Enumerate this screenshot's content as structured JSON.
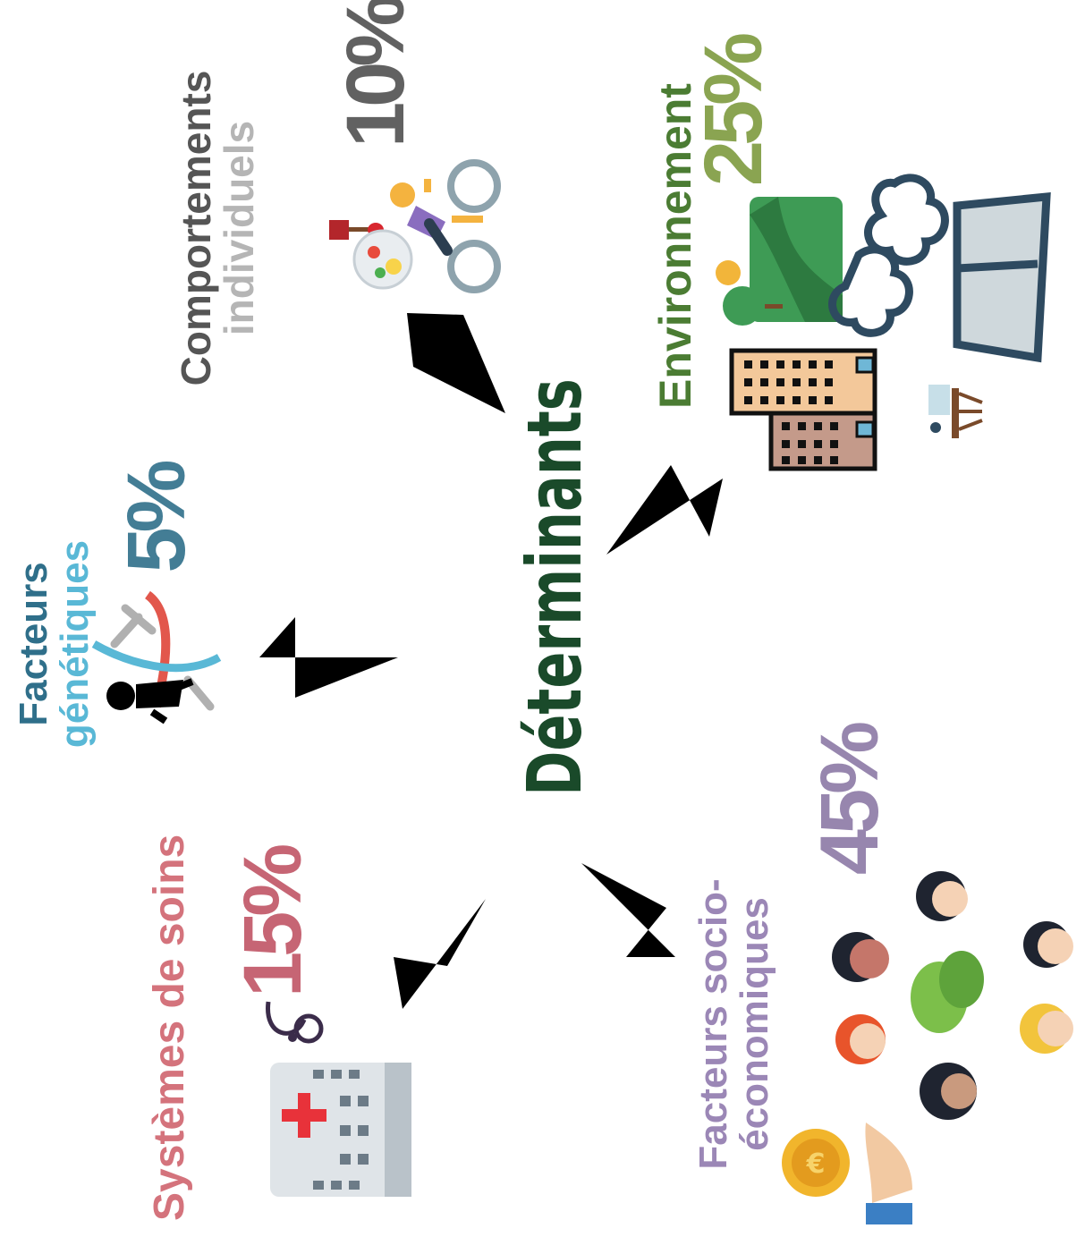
{
  "center": {
    "title": "Déterminants"
  },
  "determinants": {
    "behaviors": {
      "title_line1": "Comportements",
      "title_line2": "individuels",
      "percent": "10%",
      "color1": "#555555",
      "color2": "#b5b5b5"
    },
    "environment": {
      "title": "Environnement",
      "percent": "25%",
      "color": "#4b7c33"
    },
    "genetics": {
      "title_line1": "Facteurs",
      "title_line2": "génétiques",
      "percent": "5%",
      "color1": "#2f6f8a",
      "color2": "#59b8d6"
    },
    "care": {
      "title": "Systèmes de soins",
      "percent": "15%",
      "color": "#d4737c"
    },
    "socio": {
      "title_line1": "Facteurs socio-",
      "title_line2": "économiques",
      "percent": "45%",
      "color": "#9b87b6"
    }
  },
  "icons": {
    "behaviors": [
      "wine-glass-icon",
      "meal-plate-icon",
      "cyclist-icon"
    ],
    "environment": [
      "landscape-icon",
      "factory-smoke-icon",
      "apartment-buildings-icon",
      "office-desk-icon"
    ],
    "genetics": [
      "dna-baby-icon"
    ],
    "care": [
      "stethoscope-icon",
      "hospital-icon"
    ],
    "socio": [
      "people-faces-icon",
      "chat-bubbles-icon",
      "euro-coin-hand-icon"
    ]
  }
}
